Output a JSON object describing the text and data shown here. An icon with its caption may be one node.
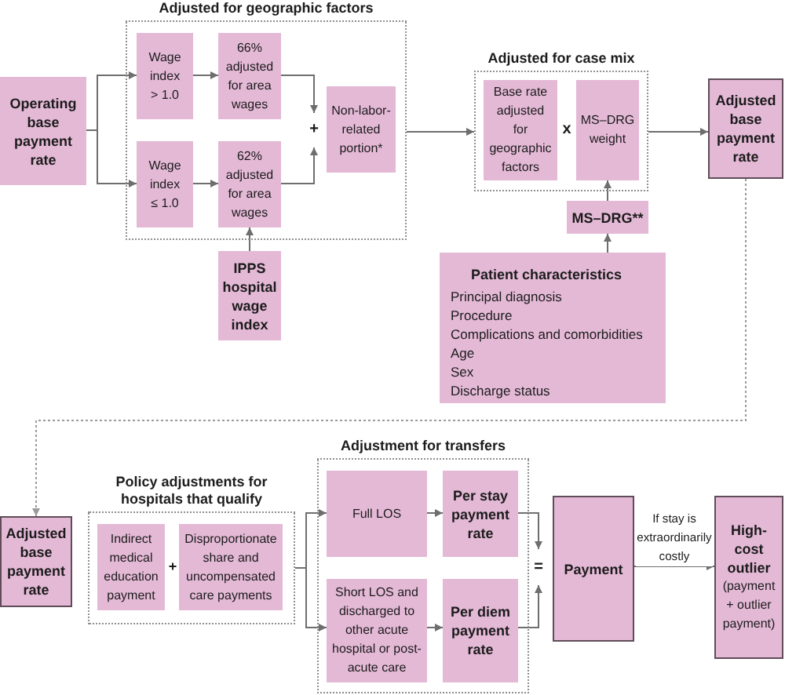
{
  "diagram": {
    "nodes": [
      {
        "text": [
          "Operating base payment rate"
        ]
      },
      {
        "text": [
          "Adjusted for geographic factors"
        ]
      },
      {
        "text": [
          "Wage index > 1.0"
        ],
        "in": 1
      },
      {
        "text": [
          "66% adjusted for area wages"
        ],
        "in": 1
      },
      {
        "text": [
          "Wage index ≤ 1.0"
        ],
        "in": 1
      },
      {
        "text": [
          "62% adjusted for area wages"
        ],
        "in": 1
      },
      {
        "text": [
          "+"
        ],
        "in": 1
      },
      {
        "text": [
          "Non-labor-related portion*"
        ],
        "in": 1
      },
      {
        "text": [
          "IPPS hospital wage index"
        ]
      },
      {
        "text": [
          "Adjusted for case mix"
        ]
      },
      {
        "text": [
          "Base rate adjusted for geographic factors"
        ],
        "in": 9
      },
      {
        "text": [
          "MS–DRG weight"
        ],
        "in": 9
      },
      {
        "text": [
          "MS–DRG**"
        ]
      },
      {
        "text": [
          "Patient characteristics",
          "Principal diagnosis",
          "Procedure",
          "Complications and comorbidities",
          "Age",
          "Sex",
          "Discharge status"
        ]
      },
      {
        "text": [
          "Adjusted base payment rate"
        ]
      },
      {
        "text": [
          "Adjusted base payment rate"
        ]
      },
      {
        "text": [
          "Policy adjustments for hospitals that qualify"
        ]
      },
      {
        "text": [
          "Indirect medical education payment"
        ],
        "in": 16
      },
      {
        "text": [
          "Disproportionate share and uncompensated care payments"
        ],
        "in": 16
      },
      {
        "text": [
          "Adjustment for transfers"
        ]
      },
      {
        "text": [
          "Full LOS"
        ],
        "in": 19
      },
      {
        "text": [
          "Per stay payment rate"
        ],
        "in": 19
      },
      {
        "text": [
          "Short LOS and discharged to other acute hospital or post-acute care"
        ],
        "in": 19
      },
      {
        "text": [
          "Per diem payment rate"
        ],
        "in": 19
      },
      {
        "text": [
          "="
        ]
      },
      {
        "text": [
          "Payment"
        ]
      },
      {
        "text": [
          "High-cost outlier",
          "(payment + outlier payment)"
        ]
      }
    ],
    "edges": [
      {
        "from": 0,
        "to": 2,
        "arrow": "to"
      },
      {
        "from": 0,
        "to": 4,
        "arrow": "to"
      },
      {
        "from": 2,
        "to": 3,
        "arrow": "to"
      },
      {
        "from": 4,
        "to": 5,
        "arrow": "to"
      },
      {
        "from": 3,
        "to": 6,
        "arrow": "to"
      },
      {
        "from": 5,
        "to": 6,
        "arrow": "to"
      },
      {
        "from": 8,
        "to": 5,
        "arrow": "to"
      },
      {
        "from": 1,
        "to": 9,
        "arrow": "to"
      },
      {
        "from": 9,
        "to": 14,
        "arrow": "to"
      },
      {
        "from": 12,
        "to": 11,
        "arrow": "to"
      },
      {
        "from": 13,
        "to": 12,
        "arrow": "to"
      },
      {
        "from": 14,
        "to": 15,
        "arrow": "to",
        "style": "dashed",
        "color": "#9a9a9a"
      },
      {
        "from": 16,
        "to": 20,
        "arrow": "to"
      },
      {
        "from": 16,
        "to": 22,
        "arrow": "to"
      },
      {
        "from": 20,
        "to": 21,
        "arrow": "to"
      },
      {
        "from": 22,
        "to": 23,
        "arrow": "to"
      },
      {
        "from": 21,
        "to": 24,
        "arrow": "to"
      },
      {
        "from": 23,
        "to": 24,
        "arrow": "to"
      },
      {
        "from": 25,
        "to": 26,
        "arrow": "to",
        "label": "If stay is extraordinarily costly"
      }
    ],
    "labels": [
      "x",
      "+"
    ]
  }
}
